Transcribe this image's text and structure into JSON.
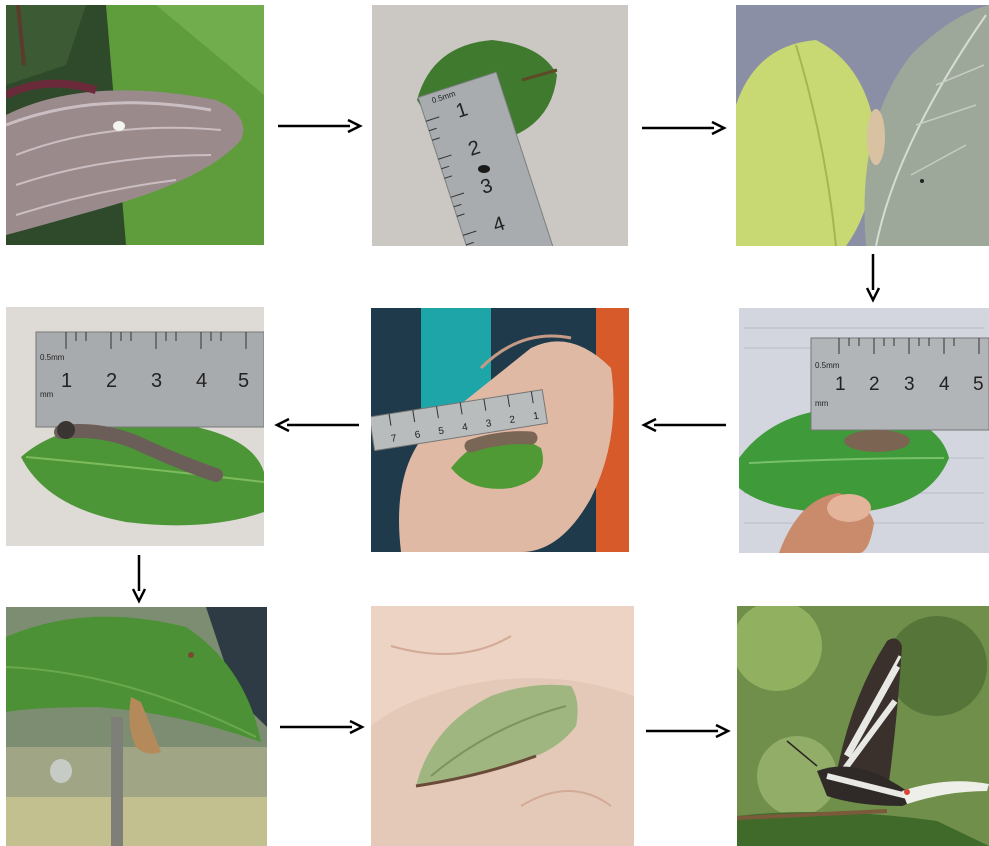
{
  "figure": {
    "colors": {
      "background": "#ffffff",
      "arrow": "#000000",
      "leaf_green": "#4f9a34",
      "ruler_steel": "#b9bcbd"
    },
    "stages": [
      {
        "id": "egg",
        "icon": "egg-on-leaf-photo"
      },
      {
        "id": "larva-instar-1",
        "icon": "larva-with-ruler-photo",
        "ruler": {
          "unit": "0.5mm",
          "ticks": [
            "1",
            "2",
            "3",
            "4"
          ]
        }
      },
      {
        "id": "larva-instar-2",
        "icon": "larva-on-leaf-photo"
      },
      {
        "id": "larva-instar-3",
        "icon": "larva-with-ruler-photo",
        "ruler": {
          "unit": "0.5mm",
          "unit2": "mm",
          "ticks": [
            "1",
            "2",
            "3",
            "4",
            "5"
          ]
        }
      },
      {
        "id": "larva-instar-4",
        "icon": "larva-in-hand-ruler-photo",
        "ruler": {
          "ticks": [
            "1",
            "2",
            "3",
            "4",
            "5",
            "6",
            "7"
          ]
        }
      },
      {
        "id": "larva-instar-5",
        "icon": "larva-with-ruler-photo",
        "ruler": {
          "unit": "0.5mm",
          "unit2": "mm",
          "ticks": [
            "1",
            "2",
            "3",
            "4",
            "5"
          ]
        }
      },
      {
        "id": "prepupa",
        "icon": "prepupa-under-leaf-photo"
      },
      {
        "id": "pupa",
        "icon": "pupa-in-hand-photo"
      },
      {
        "id": "adult",
        "icon": "swordtail-butterfly-photo"
      }
    ],
    "arrows": [
      {
        "from": "egg",
        "to": "larva-instar-1",
        "direction": "right"
      },
      {
        "from": "larva-instar-1",
        "to": "larva-instar-2",
        "direction": "right"
      },
      {
        "from": "larva-instar-2",
        "to": "larva-instar-3",
        "direction": "down"
      },
      {
        "from": "larva-instar-3",
        "to": "larva-instar-4",
        "direction": "left"
      },
      {
        "from": "larva-instar-4",
        "to": "larva-instar-5",
        "direction": "left"
      },
      {
        "from": "larva-instar-5",
        "to": "prepupa",
        "direction": "down"
      },
      {
        "from": "prepupa",
        "to": "pupa",
        "direction": "right"
      },
      {
        "from": "pupa",
        "to": "adult",
        "direction": "right"
      }
    ]
  }
}
